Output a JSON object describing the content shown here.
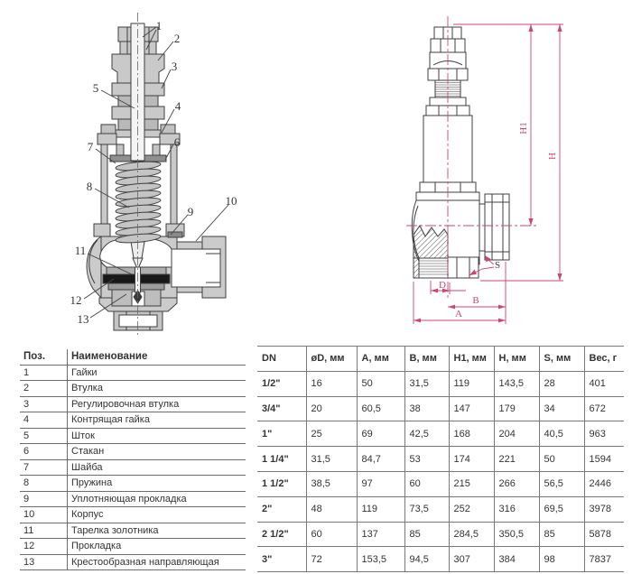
{
  "section_view": {
    "callouts": {
      "c1": "1",
      "c2": "2",
      "c3": "3",
      "c4": "4",
      "c5": "5",
      "c6": "6",
      "c7": "7",
      "c8": "8",
      "c9": "9",
      "c10": "10",
      "c11": "11",
      "c12": "12",
      "c13": "13"
    }
  },
  "outline_view": {
    "labels": {
      "h1": "H1",
      "h": "H",
      "d": "D",
      "b": "B",
      "a": "A",
      "s": "S"
    }
  },
  "parts_table": {
    "col_pos": "Поз.",
    "col_name": "Наименование",
    "rows": [
      {
        "pos": "1",
        "name": "Гайки"
      },
      {
        "pos": "2",
        "name": "Втулка"
      },
      {
        "pos": "3",
        "name": "Регулировочная втулка"
      },
      {
        "pos": "4",
        "name": "Контрящая гайка"
      },
      {
        "pos": "5",
        "name": "Шток"
      },
      {
        "pos": "6",
        "name": "Стакан"
      },
      {
        "pos": "7",
        "name": "Шайба"
      },
      {
        "pos": "8",
        "name": "Пружина"
      },
      {
        "pos": "9",
        "name": "Уплотняющая прокладка"
      },
      {
        "pos": "10",
        "name": "Корпус"
      },
      {
        "pos": "11",
        "name": "Тарелка золотника"
      },
      {
        "pos": "12",
        "name": "Прокладка"
      },
      {
        "pos": "13",
        "name": "Крестообразная направляющая"
      }
    ]
  },
  "dim_table": {
    "headers": [
      "DN",
      "øD, мм",
      "A, мм",
      "B, мм",
      "H1, мм",
      "H, мм",
      "S, мм",
      "Вес, г"
    ],
    "rows": [
      [
        "1/2\"",
        "16",
        "50",
        "31,5",
        "119",
        "143,5",
        "28",
        "401"
      ],
      [
        "3/4\"",
        "20",
        "60,5",
        "38",
        "147",
        "179",
        "34",
        "672"
      ],
      [
        "1\"",
        "25",
        "69",
        "42,5",
        "168",
        "204",
        "40,5",
        "963"
      ],
      [
        "1 1/4\"",
        "31,5",
        "84,7",
        "53",
        "174",
        "221",
        "50",
        "1594"
      ],
      [
        "1 1/2\"",
        "38,5",
        "97",
        "60",
        "215",
        "266",
        "56,5",
        "2446"
      ],
      [
        "2\"",
        "48",
        "119",
        "73,5",
        "252",
        "316",
        "69,5",
        "3978"
      ],
      [
        "2 1/2\"",
        "60",
        "137",
        "85",
        "284,5",
        "350,5",
        "85",
        "5878"
      ],
      [
        "3\"",
        "72",
        "153,5",
        "94,5",
        "307",
        "384",
        "98",
        "7837"
      ]
    ]
  },
  "colors": {
    "dimension_line": "#cd466e",
    "drawing_line": "#3f3f3f",
    "table_line": "#787878"
  }
}
